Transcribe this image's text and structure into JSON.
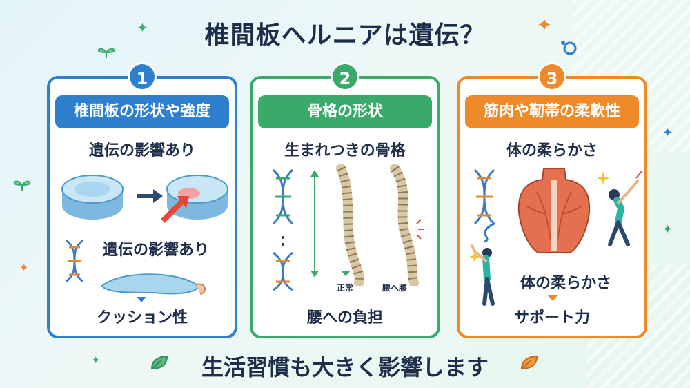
{
  "title": "椎間板ヘルニアは遺伝？",
  "footer": "生活習慣も大きく影響します",
  "panels": [
    {
      "number": "1",
      "header": "椎間板の形状や強度",
      "line1": "遺伝の影響あり",
      "line2": "遺伝の影響あり",
      "result": "クッション性",
      "color": "#2f7fcf"
    },
    {
      "number": "2",
      "header": "骨格の形状",
      "line1": "生まれつきの骨格",
      "label_normal": "正常",
      "label_bent": "腰へ腰",
      "result": "腰への負担",
      "color": "#3aaa6a"
    },
    {
      "number": "3",
      "header": "筋肉や靭帯の柔軟性",
      "line1": "体の柔らかさ",
      "line2": "体の柔らかさ",
      "result": "サポート力",
      "color": "#ef8a2b"
    }
  ],
  "icons": [
    "dna-icon",
    "disc-icon",
    "arrow-right-icon",
    "spine-icon",
    "muscle-back-icon",
    "stretching-person-icon",
    "leaf-icon",
    "sparkle-icon"
  ]
}
